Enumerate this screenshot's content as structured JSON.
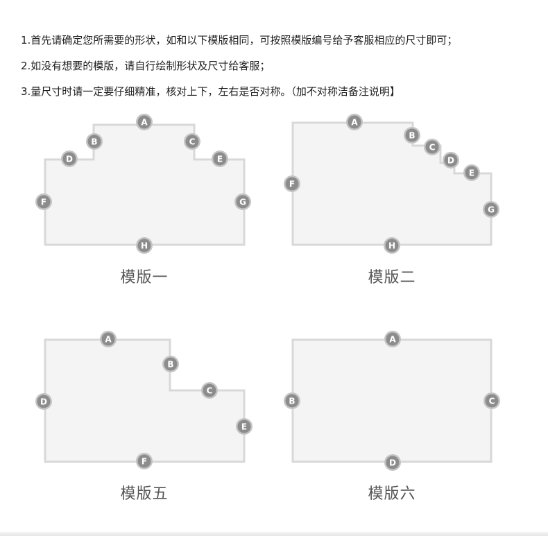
{
  "instructions": {
    "line1": "1.首先请确定您所需要的形状，如和以下模版相同，可按照模版编号给予客服相应的尺寸即可；",
    "line2": "2.如没有想要的模版，请自行绘制形状及尺寸给客服；",
    "line3": "3.量尺寸时请一定要仔细精准，核对上下，左右是否对称。（加不对称洁备注说明】"
  },
  "templates": [
    {
      "caption": "模版一",
      "labels": [
        "A",
        "B",
        "C",
        "D",
        "E",
        "F",
        "G",
        "H"
      ]
    },
    {
      "caption": "模版二",
      "labels": [
        "A",
        "B",
        "C",
        "D",
        "E",
        "F",
        "G",
        "H"
      ]
    },
    {
      "caption": "模版五",
      "labels": [
        "A",
        "B",
        "C",
        "D",
        "E",
        "F"
      ]
    },
    {
      "caption": "模版六",
      "labels": [
        "A",
        "B",
        "C",
        "D"
      ]
    }
  ],
  "colors": {
    "shape_fill": "#f4f4f4",
    "shape_stroke": "#d8d8d8",
    "badge_fill": "#8c8c8c",
    "badge_ring": "#c4c4c4",
    "badge_text": "#ffffff"
  }
}
